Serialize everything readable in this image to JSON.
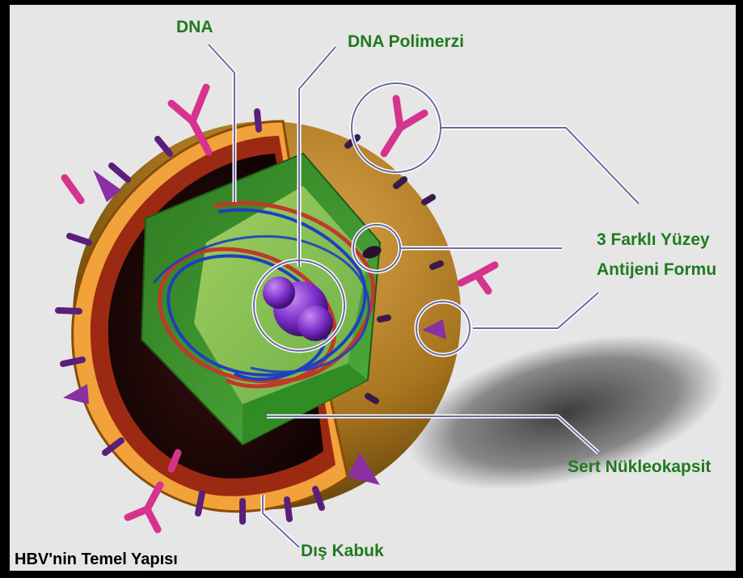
{
  "labels": {
    "dna": "DNA",
    "dna_polymerase": "DNA Polimerzi",
    "surface_antigen_line1": "3 Farklı Yüzey",
    "surface_antigen_line2": "Antijeni Formu",
    "nucleocapsid": "Sert Nükleokapsit",
    "outer_shell": "Dış Kabuk"
  },
  "caption": "HBV'nin Temel Yapısı",
  "colors": {
    "label_green": "#1f7a1f",
    "caption_black": "#000000",
    "background": "#e6e6e6",
    "frame": "#000000",
    "outer_shell": "#f2a23a",
    "envelope_surface": "#b5822f",
    "nucleocapsid": "#4aa136",
    "polymerase": "#8a3fd1",
    "antigen_pink": "#d6338e",
    "antigen_purple": "#8b2fa3",
    "dna_red": "#c0392b",
    "dna_blue": "#1f3fbf",
    "leader_line": "#6a6aa0"
  }
}
